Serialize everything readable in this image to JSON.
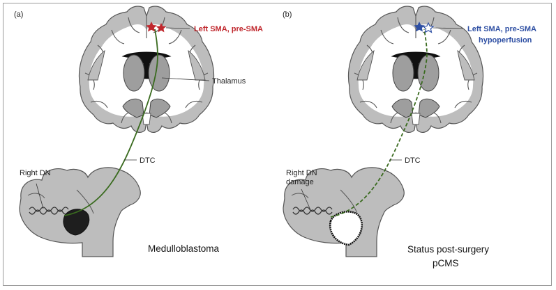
{
  "panel_a": {
    "tag": "(a)",
    "sma_label": "Left SMA, pre-SMA",
    "thalamus_label": "Thalamus",
    "dtc_label": "DTC",
    "dn_label": "Right DN",
    "caption": "Medulloblastoma",
    "accent_color": "#c0272d"
  },
  "panel_b": {
    "tag": "(b)",
    "sma_label_line1": "Left SMA, pre-SMA",
    "sma_label_line2": "hypoperfusion",
    "dtc_label": "DTC",
    "dn_label_line1": "Right DN",
    "dn_label_line2": "damage",
    "caption_line1": "Status post-surgery",
    "caption_line2": "pCMS",
    "accent_color": "#2e4fa3"
  },
  "colors": {
    "tissue": "#bdbdbd",
    "tissue_outline": "#555555",
    "tract": "#3a6b1f",
    "tumor": "#1e1e1e"
  }
}
